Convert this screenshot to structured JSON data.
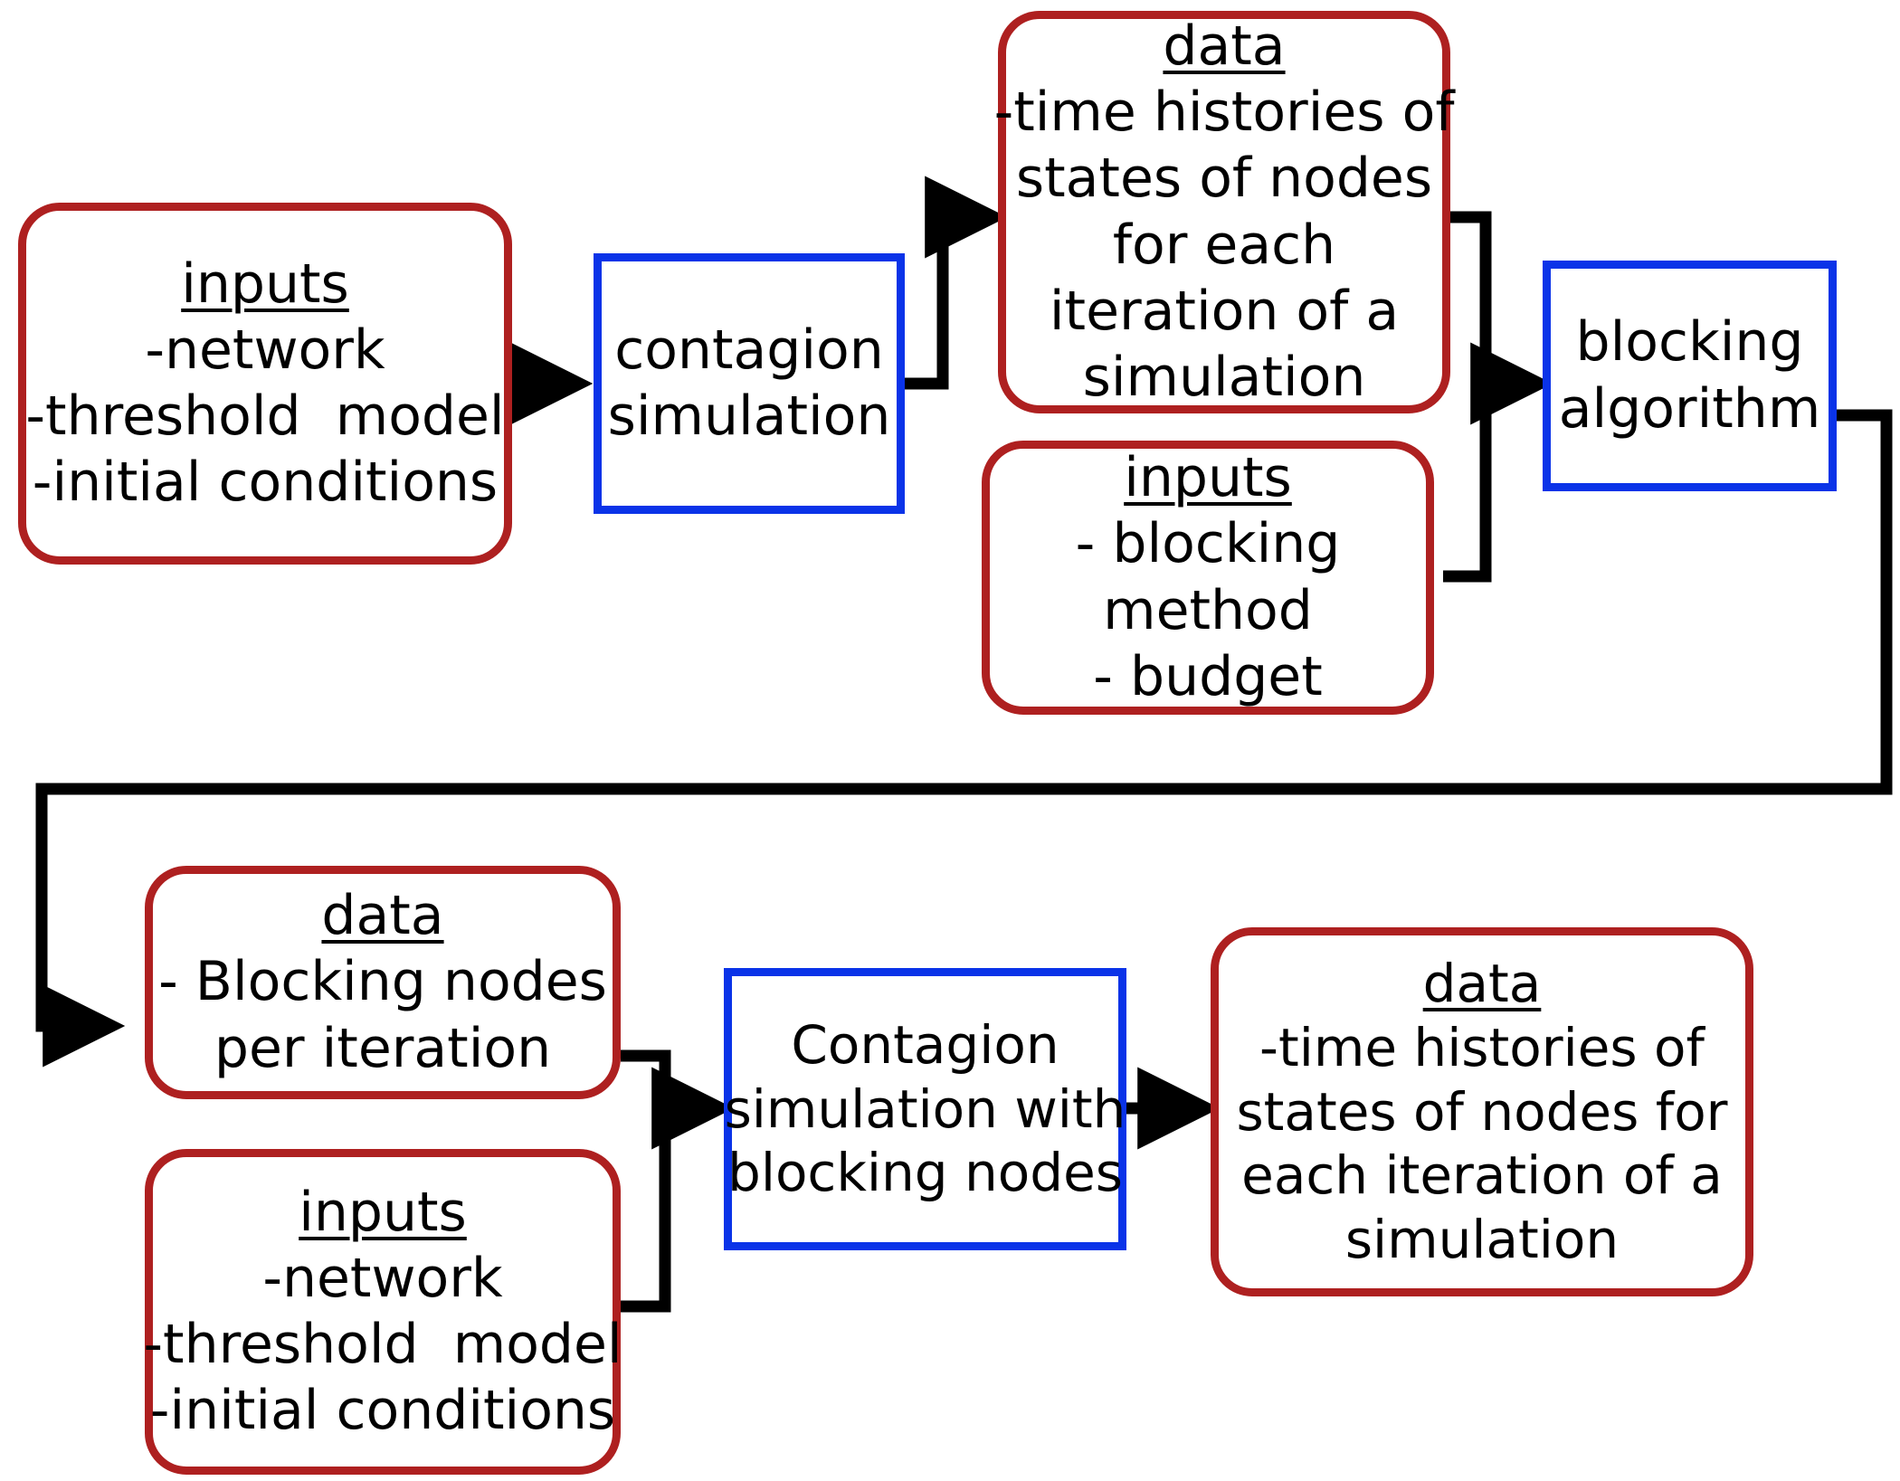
{
  "diagram": {
    "title": "Contagion simulation and blocking workflow flowchart",
    "colors": {
      "data_border": "#AE2020",
      "inputs_border": "#AE2020",
      "process_border": "#0A33E8",
      "connector": "#000000",
      "text": "#000000",
      "background": "#FFFFFF"
    },
    "nodes": [
      {
        "id": "inputs-top-left",
        "kind": "inputs",
        "shape": "rounded-rectangle",
        "border_color": "#AE2020",
        "title": "inputs",
        "lines": [
          "-network",
          "-threshold  model",
          "-initial conditions"
        ]
      },
      {
        "id": "contagion-simulation",
        "kind": "process",
        "shape": "rectangle",
        "border_color": "#0A33E8",
        "title": "",
        "lines": [
          "contagion",
          "simulation"
        ]
      },
      {
        "id": "data-top",
        "kind": "data",
        "shape": "rounded-rectangle",
        "border_color": "#AE2020",
        "title": "data",
        "lines": [
          "-time histories of",
          "states of nodes",
          "for each",
          "iteration of a",
          "simulation"
        ]
      },
      {
        "id": "inputs-blocking",
        "kind": "inputs",
        "shape": "rounded-rectangle",
        "border_color": "#AE2020",
        "title": "inputs",
        "lines": [
          "- blocking",
          "method",
          "- budget"
        ]
      },
      {
        "id": "blocking-algorithm",
        "kind": "process",
        "shape": "rectangle",
        "border_color": "#0A33E8",
        "title": "",
        "lines": [
          "blocking",
          "algorithm"
        ]
      },
      {
        "id": "data-blocking-nodes",
        "kind": "data",
        "shape": "rounded-rectangle",
        "border_color": "#AE2020",
        "title": "data",
        "lines": [
          "- Blocking nodes",
          "per iteration"
        ]
      },
      {
        "id": "inputs-bottom-left",
        "kind": "inputs",
        "shape": "rounded-rectangle",
        "border_color": "#AE2020",
        "title": "inputs",
        "lines": [
          "-network",
          "-threshold  model",
          "-initial conditions"
        ]
      },
      {
        "id": "contagion-simulation-blocking",
        "kind": "process",
        "shape": "rectangle",
        "border_color": "#0A33E8",
        "title": "",
        "lines": [
          "Contagion",
          "simulation with",
          "blocking nodes"
        ]
      },
      {
        "id": "data-bottom-right",
        "kind": "data",
        "shape": "rounded-rectangle",
        "border_color": "#AE2020",
        "title": "data",
        "lines": [
          "-time histories of",
          "states of nodes for",
          "each iteration of a",
          "simulation"
        ]
      }
    ],
    "connectors": [
      {
        "from": "inputs-top-left",
        "to": "contagion-simulation",
        "style": "straight-arrow"
      },
      {
        "from": "contagion-simulation",
        "to": "data-top",
        "style": "elbow-up-arrow"
      },
      {
        "from": "data-top",
        "to": "blocking-algorithm",
        "style": "merge-arrow"
      },
      {
        "from": "inputs-blocking",
        "to": "blocking-algorithm",
        "style": "merge-arrow"
      },
      {
        "from": "blocking-algorithm",
        "to": "data-blocking-nodes",
        "style": "feedback-loop-arrow"
      },
      {
        "from": "data-blocking-nodes",
        "to": "contagion-simulation-blocking",
        "style": "merge-arrow"
      },
      {
        "from": "inputs-bottom-left",
        "to": "contagion-simulation-blocking",
        "style": "merge-arrow"
      },
      {
        "from": "contagion-simulation-blocking",
        "to": "data-bottom-right",
        "style": "straight-arrow"
      }
    ]
  },
  "node_text": {
    "inputs_top_left": {
      "title": "inputs",
      "l0": "-network",
      "l1": "-threshold  model",
      "l2": "-initial conditions"
    },
    "contagion_simulation": {
      "l0": "contagion",
      "l1": "simulation"
    },
    "data_top": {
      "title": "data",
      "l0": "-time histories of",
      "l1": "states of nodes",
      "l2": "for each",
      "l3": "iteration of a",
      "l4": "simulation"
    },
    "inputs_blocking": {
      "title": "inputs",
      "l0": "- blocking",
      "l1": "method",
      "l2": "- budget"
    },
    "blocking_algorithm": {
      "l0": "blocking",
      "l1": "algorithm"
    },
    "data_blocking_nodes": {
      "title": "data",
      "l0": "- Blocking nodes",
      "l1": "per iteration"
    },
    "inputs_bottom_left": {
      "title": "inputs",
      "l0": "-network",
      "l1": "-threshold  model",
      "l2": "-initial conditions"
    },
    "contagion_simulation_blocking": {
      "l0": "Contagion",
      "l1": "simulation with",
      "l2": "blocking nodes"
    },
    "data_bottom_right": {
      "title": "data",
      "l0": "-time histories of",
      "l1": "states of nodes for",
      "l2": "each iteration of a",
      "l3": "simulation"
    }
  }
}
